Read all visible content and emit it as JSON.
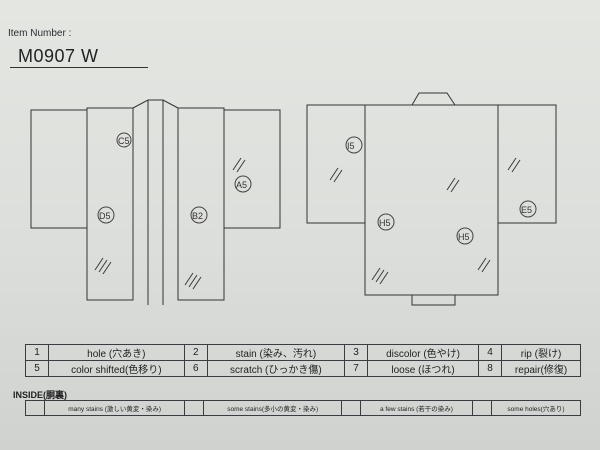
{
  "header": {
    "item_number_label": "Item Number :",
    "item_number": "M0907   W"
  },
  "marks": {
    "front": [
      "C5",
      "D5",
      "B2",
      "A5"
    ],
    "back": [
      "I5",
      "H5",
      "H5",
      "E5"
    ]
  },
  "legend": [
    {
      "num": "1",
      "label": "hole (穴あき)"
    },
    {
      "num": "2",
      "label": "stain (染み、汚れ)"
    },
    {
      "num": "3",
      "label": "discolor (色やけ)"
    },
    {
      "num": "4",
      "label": "rip (裂け)"
    },
    {
      "num": "5",
      "label": "color shifted(色移り)"
    },
    {
      "num": "6",
      "label": "scratch (ひっかき傷)"
    },
    {
      "num": "7",
      "label": "loose (ほつれ)"
    },
    {
      "num": "8",
      "label": "repair(修復)"
    }
  ],
  "inside": {
    "title": "INSIDE(胴裏)",
    "options": [
      "many stains (激しい黄変・染み)",
      "some stains(多小の黄変・染み)",
      "a few stains (若干の染み)",
      "some holes(穴あり)"
    ]
  }
}
